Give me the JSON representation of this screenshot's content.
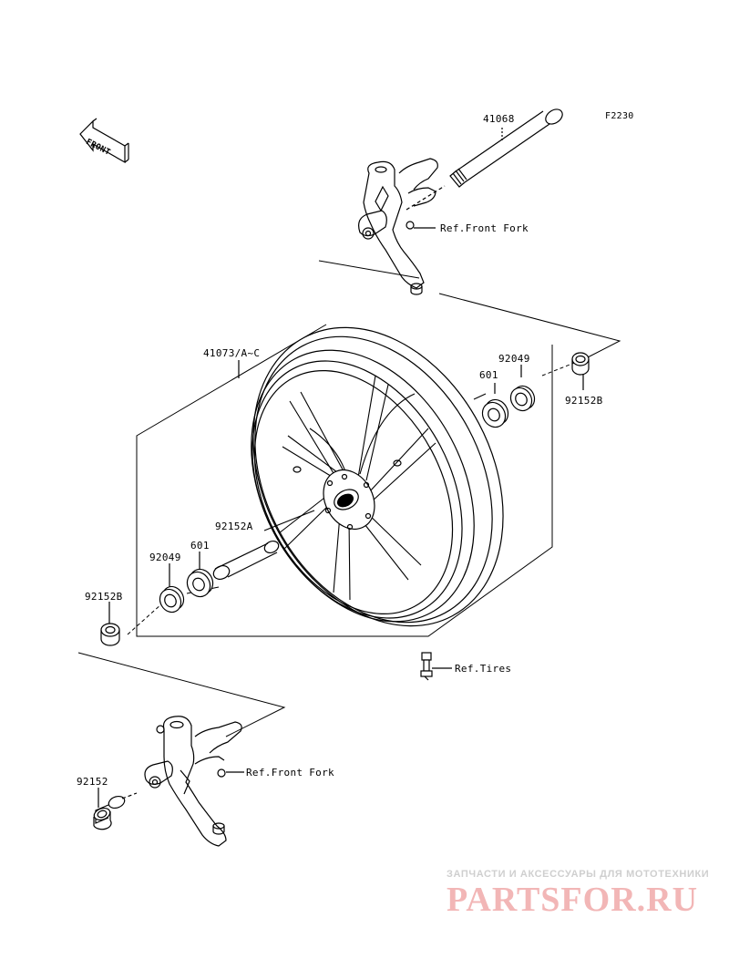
{
  "diagram_code": "F2230",
  "front_indicator": "FRONT",
  "parts": {
    "axle": "41068",
    "wheel": "41073/A~C",
    "bearing_right": "601",
    "seal_right": "92049",
    "collar_right": "92152B",
    "spacer": "92152A",
    "bearing_left": "601",
    "seal_left": "92049",
    "collar_left": "92152B",
    "collar_bottom": "92152"
  },
  "refs": {
    "front_fork_upper": "Ref.Front Fork",
    "tires": "Ref.Tires",
    "front_fork_lower": "Ref.Front Fork"
  },
  "watermark": {
    "line1": "ЗАПЧАСТИ И АКСЕССУАРЫ ДЛЯ МОТОТЕХНИКИ",
    "line2": "PARTSFOR.RU"
  }
}
